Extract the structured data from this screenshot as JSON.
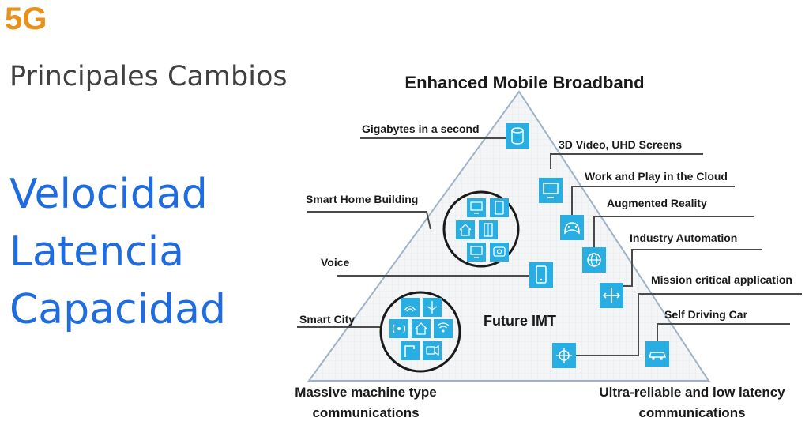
{
  "header": {
    "title": "5G",
    "subtitle": "Principales Cambios"
  },
  "topics": [
    "Velocidad",
    "Latencia",
    "Capacidad"
  ],
  "diagram": {
    "top_label": "Enhanced Mobile Broadband",
    "bottom_left_label": [
      "Massive machine type",
      "communications"
    ],
    "bottom_right_label": [
      "Ultra-reliable and low latency",
      "communications"
    ],
    "center_label": "Future IMT",
    "use_cases": [
      "Gigabytes in a second",
      "3D Video, UHD Screens",
      "Work and Play in the Cloud",
      "Smart Home Building",
      "Augmented Reality",
      "Industry Automation",
      "Voice",
      "Mission critical application",
      "Smart City",
      "Self Driving Car"
    ]
  },
  "colors": {
    "accent_orange": "#e8901c",
    "topic_blue": "#1f6ce0",
    "icon_blue": "#29aee3",
    "triangle_outline": "#9fb3c8"
  },
  "icons": [
    "database-icon",
    "monitor-icon",
    "gamepad-icon",
    "globe-icon",
    "tablet-icon",
    "arrows-icon",
    "crosshair-icon",
    "car-icon",
    "tv-icon",
    "phone-icon",
    "home-icon",
    "building-icon",
    "webcam-icon",
    "wifi-icon",
    "signal-icon",
    "streetlight-icon",
    "camera-icon"
  ]
}
